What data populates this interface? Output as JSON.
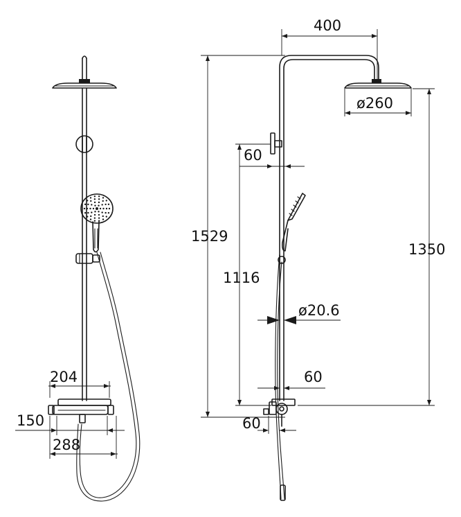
{
  "dimensions": {
    "bar_projection": "400",
    "head_diameter": "ø260",
    "total_height": "1529",
    "head_height": "1350",
    "bracket_offset": "60",
    "handle_height": "1116",
    "tube_diameter": "ø20.6",
    "valve_offset": "60",
    "wall_offset": "60",
    "front_width_204": "204",
    "front_width_150": "150",
    "front_width_288": "288"
  }
}
